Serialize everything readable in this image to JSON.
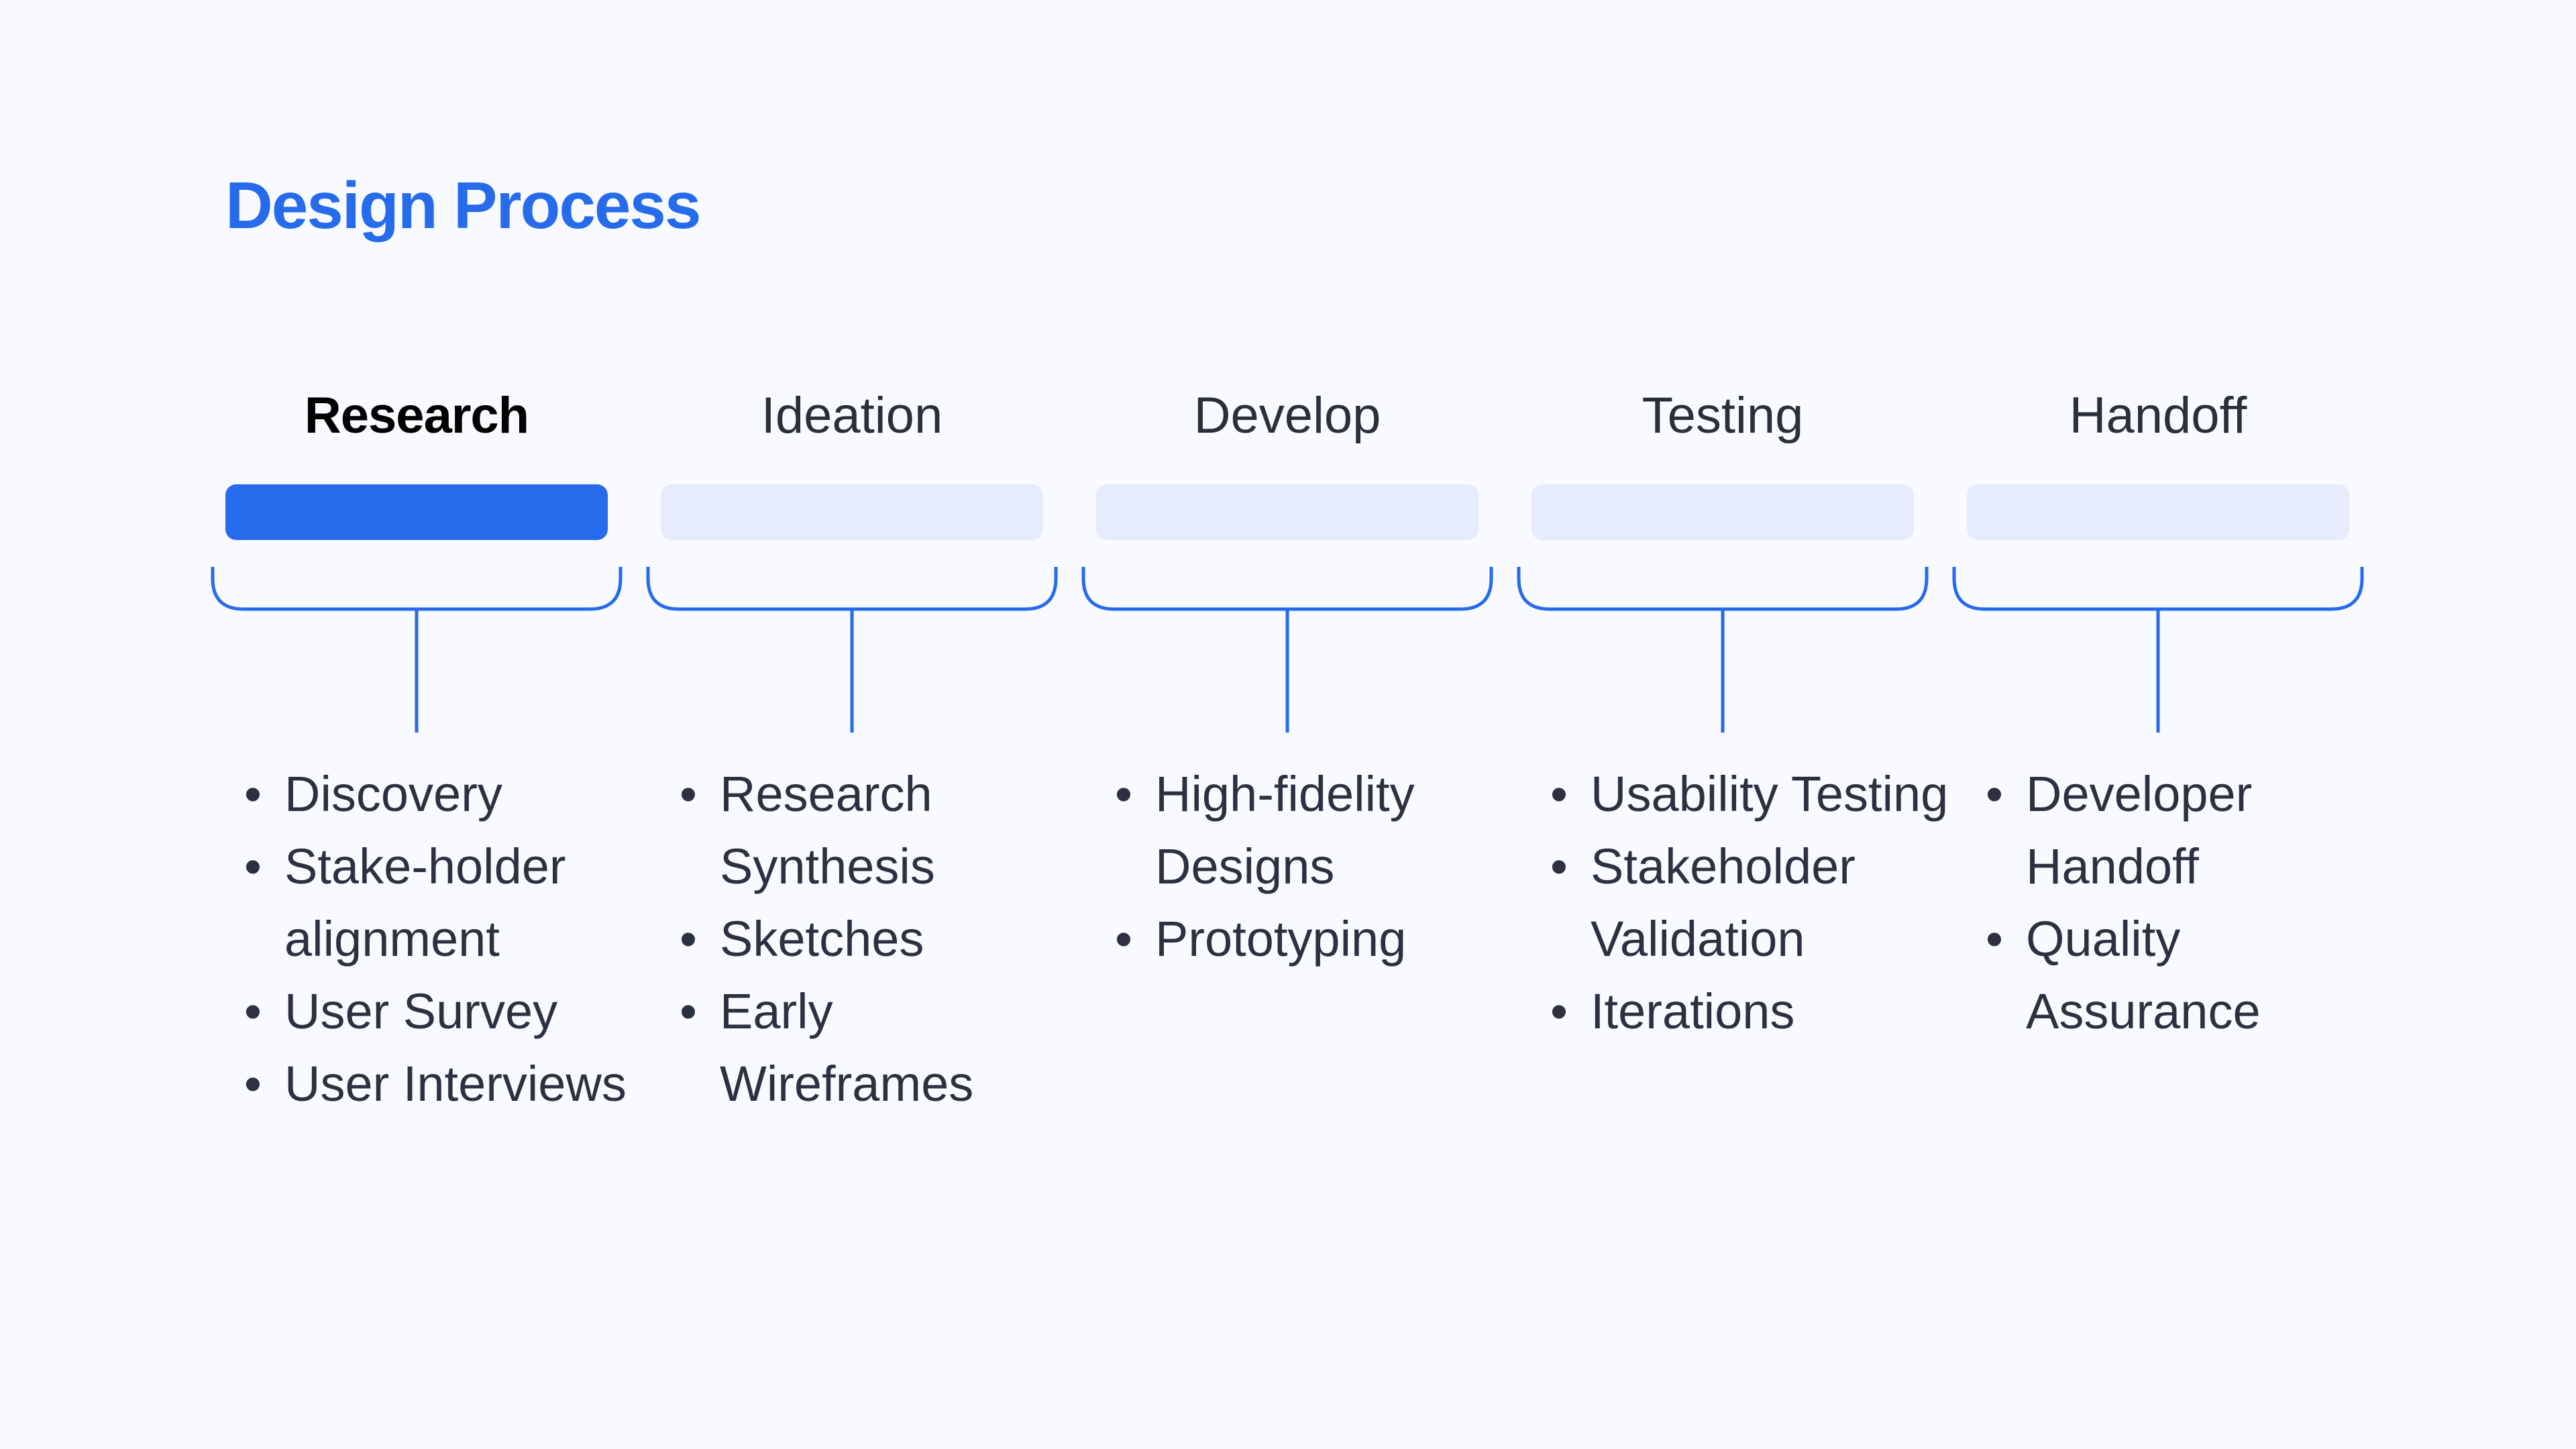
{
  "title": "Design Process",
  "colors": {
    "accent": "#266bec",
    "inactive_bar": "#e6ecfb",
    "background": "#f8faff"
  },
  "stages": [
    {
      "label": "Research",
      "active": true,
      "items": [
        "Discovery",
        "Stake-holder alignment",
        "User Survey",
        "User Interviews"
      ]
    },
    {
      "label": "Ideation",
      "active": false,
      "items": [
        "Research Synthesis",
        "Sketches",
        "Early Wireframes"
      ]
    },
    {
      "label": "Develop",
      "active": false,
      "items": [
        "High-fidelity Designs",
        "Prototyping"
      ]
    },
    {
      "label": "Testing",
      "active": false,
      "items": [
        "Usability Testing",
        "Stakeholder Validation",
        "Iterations"
      ]
    },
    {
      "label": "Handoff",
      "active": false,
      "items": [
        "Developer Handoff",
        "Quality Assurance"
      ]
    }
  ]
}
